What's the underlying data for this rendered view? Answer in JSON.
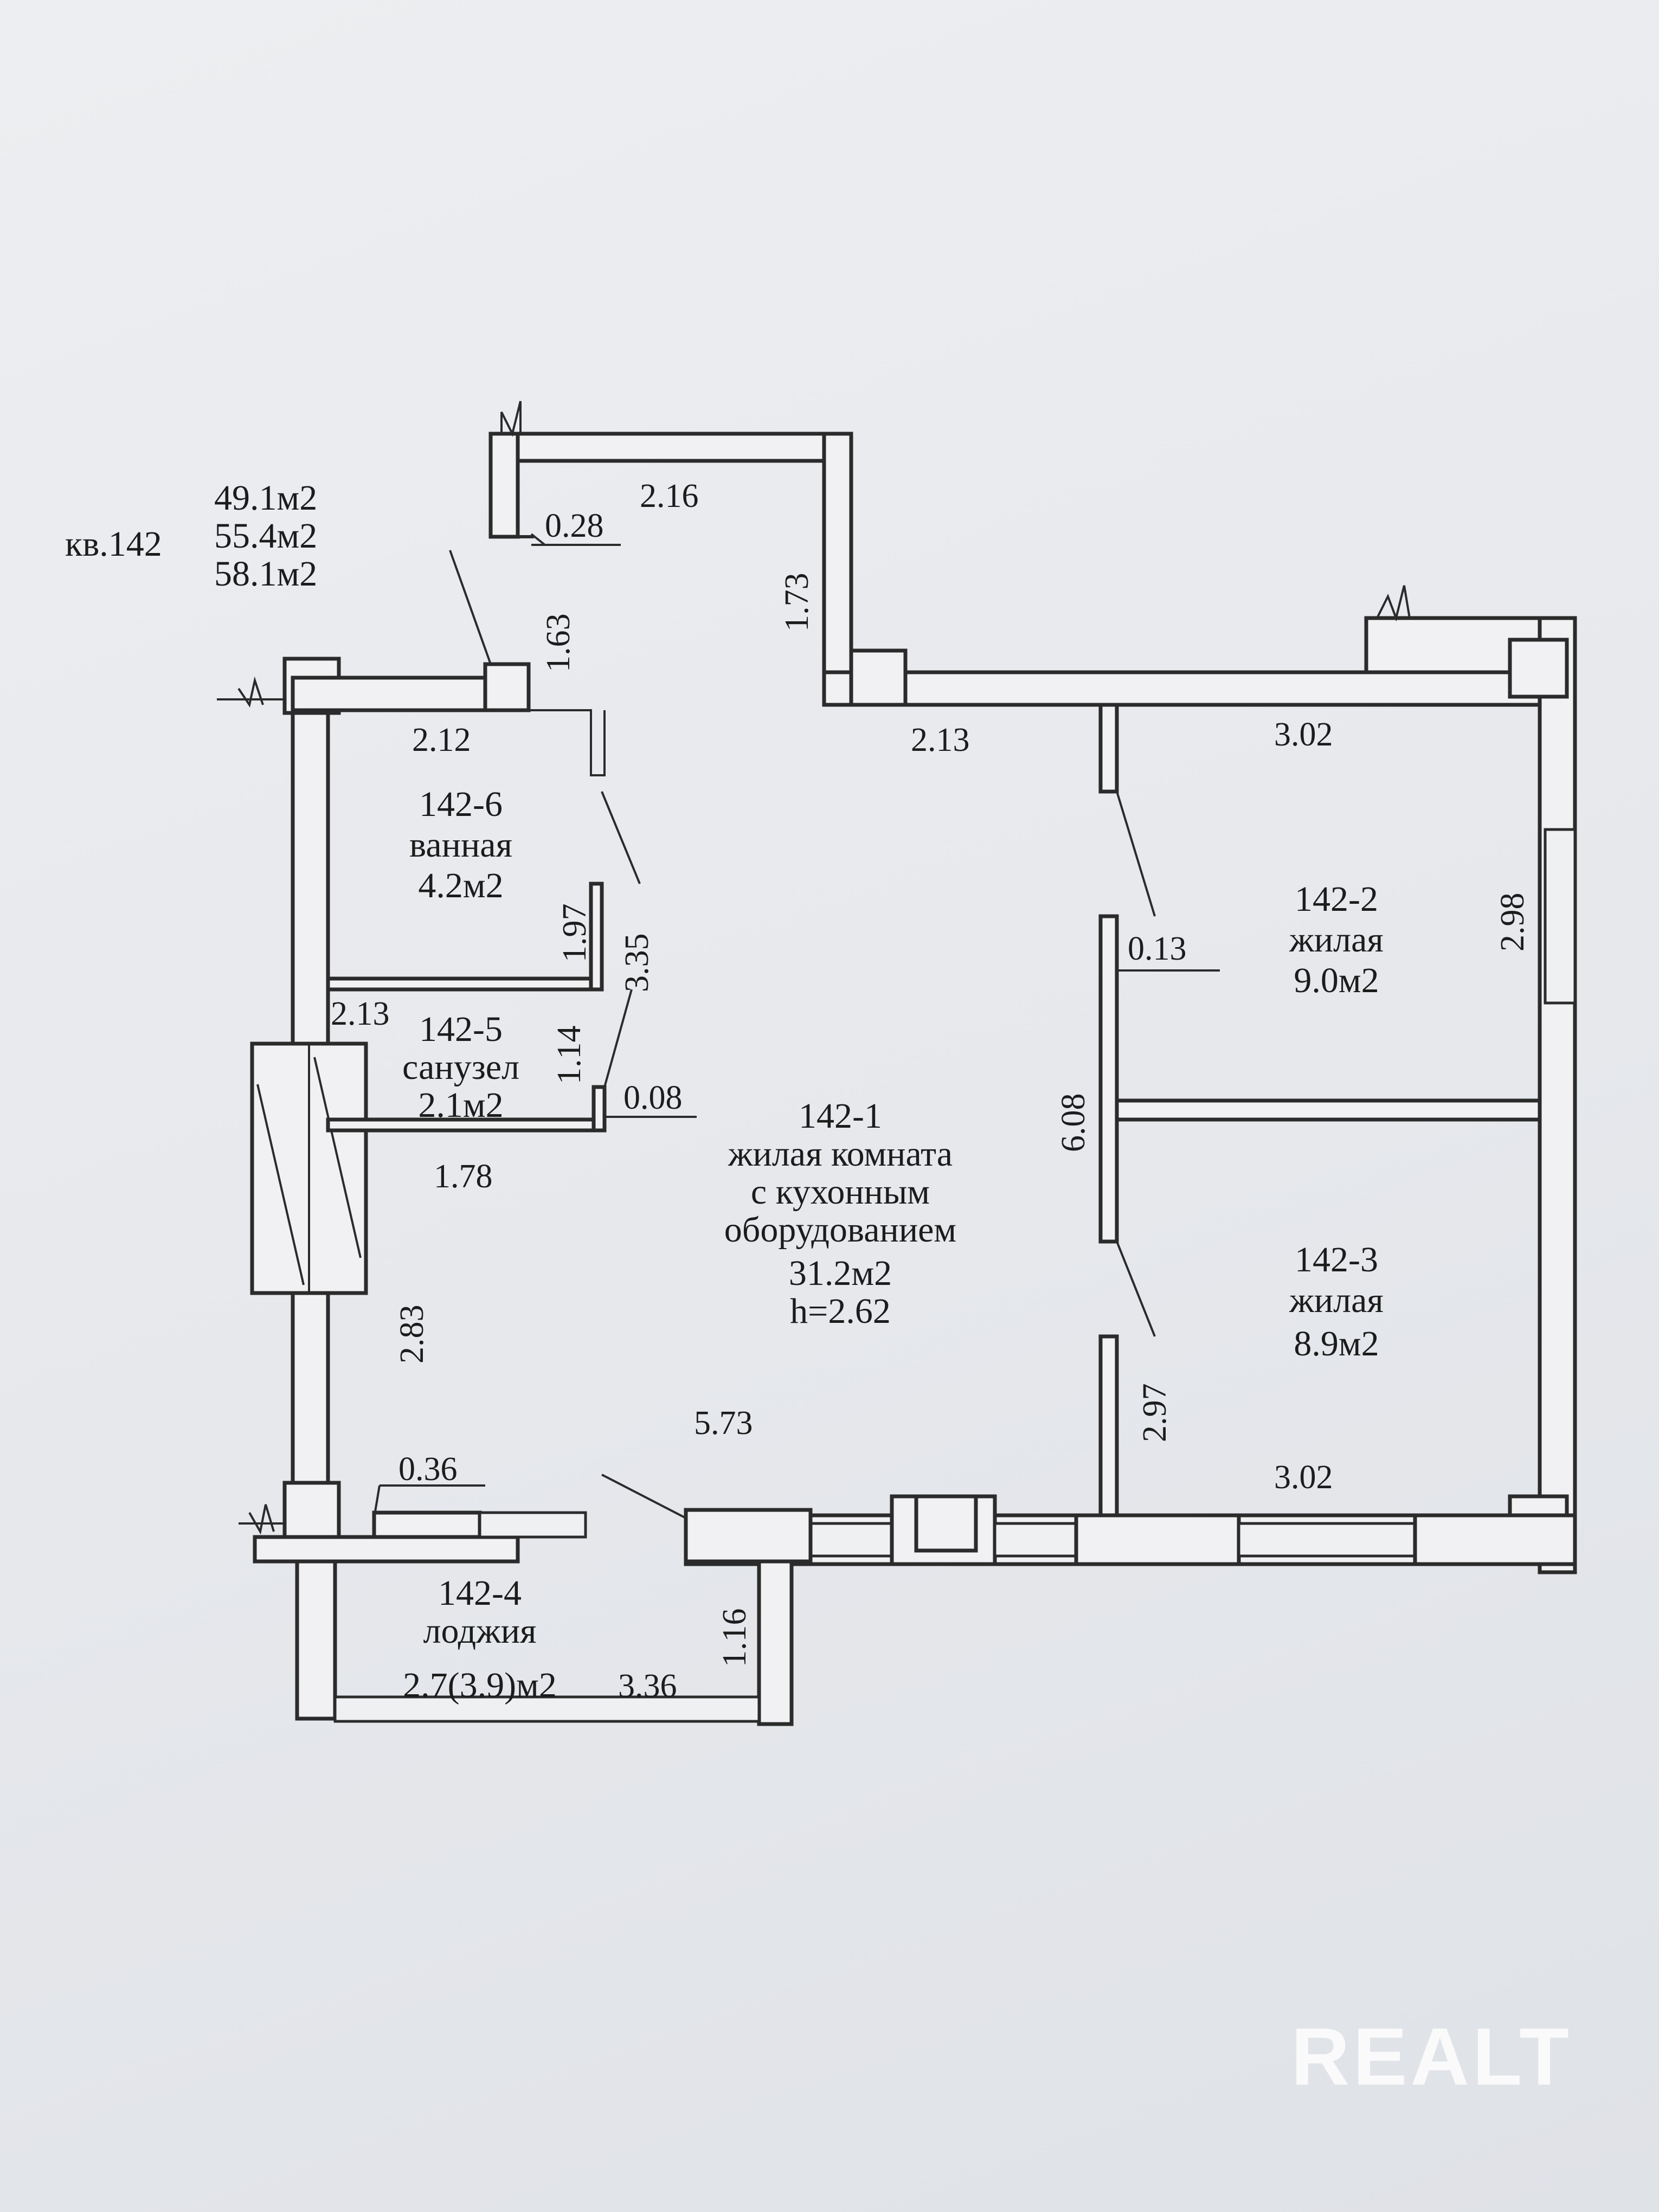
{
  "apartment": {
    "label": "кв.142",
    "area_living": "49.1м2",
    "area_total": "55.4м2",
    "area_with_loggia": "58.1м2"
  },
  "rooms": {
    "main": {
      "number": "142-1",
      "line1": "жилая комната",
      "line2": "с кухонным",
      "line3": "оборудованием",
      "area": "31.2м2",
      "height": "h=2.62"
    },
    "bedroom1": {
      "number": "142-2",
      "type": "жилая",
      "area": "9.0м2"
    },
    "bedroom2": {
      "number": "142-3",
      "type": "жилая",
      "area": "8.9м2"
    },
    "loggia": {
      "number": "142-4",
      "type": "лоджия",
      "area": "2.7(3.9)м2"
    },
    "wc": {
      "number": "142-5",
      "type": "санузел",
      "area": "2.1м2"
    },
    "bath": {
      "number": "142-6",
      "type": "ванная",
      "area": "4.2м2"
    }
  },
  "dimensions": {
    "d_0_28": "0.28",
    "d_2_16": "2.16",
    "d_1_73": "1.73",
    "d_1_63": "1.63",
    "d_2_12": "2.12",
    "d_2_13_top": "2.13",
    "d_3_02_top": "3.02",
    "d_2_98": "2.98",
    "d_0_13": "0.13",
    "d_1_97": "1.97",
    "d_3_35": "3.35",
    "d_2_13_wc": "2.13",
    "d_1_14": "1.14",
    "d_0_08": "0.08",
    "d_1_78": "1.78",
    "d_6_08": "6.08",
    "d_2_83": "2.83",
    "d_5_73": "5.73",
    "d_2_97": "2.97",
    "d_3_02_bottom": "3.02",
    "d_0_36": "0.36",
    "d_1_16": "1.16",
    "d_3_36": "3.36"
  },
  "watermark": "REALT"
}
